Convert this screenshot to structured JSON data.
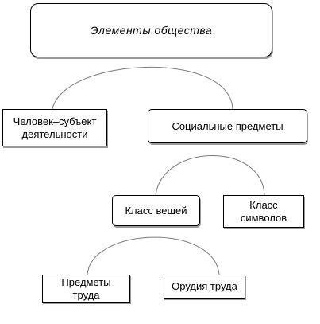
{
  "diagram": {
    "root": {
      "label": "Элементы общества"
    },
    "person": {
      "line1": "Человек–субъект",
      "line2": "деятельности"
    },
    "social": {
      "label": "Социальные предметы"
    },
    "things": {
      "label": "Класс вещей"
    },
    "symbols": {
      "line1": "Класс",
      "line2": "символов"
    },
    "objects": {
      "line1": "Предметы",
      "line2": "труда"
    },
    "tools": {
      "label": "Орудия труда"
    }
  }
}
